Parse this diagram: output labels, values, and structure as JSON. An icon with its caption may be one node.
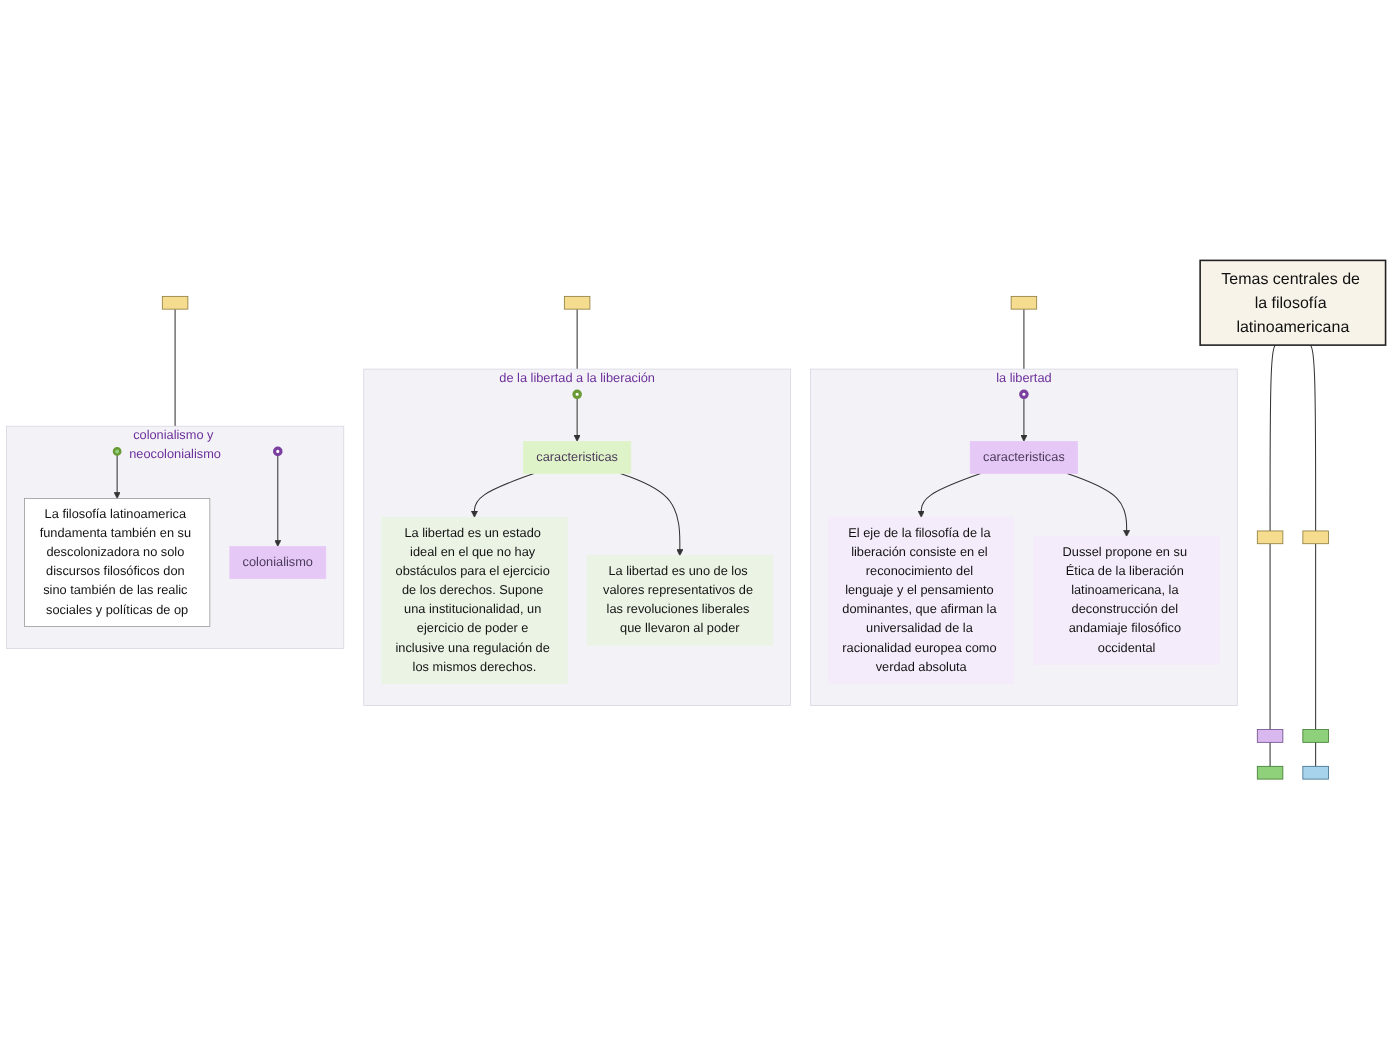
{
  "diagram": {
    "nodes": [
      {
        "text": [
          "Temas centrales de la filosofía latinoamericana"
        ]
      },
      {
        "text": [],
        "shape": "box"
      },
      {
        "text": [],
        "shape": "box"
      },
      {
        "text": [],
        "shape": "box"
      },
      {
        "text": [],
        "shape": "box"
      },
      {
        "text": [],
        "shape": "box"
      },
      {
        "text": [],
        "shape": "box"
      },
      {
        "text": [],
        "shape": "box"
      },
      {
        "text": [],
        "shape": "box"
      },
      {
        "text": [],
        "shape": "box"
      },
      {
        "text": [
          "la libertad"
        ]
      },
      {
        "text": [],
        "shape": "circle",
        "in": 10
      },
      {
        "text": [
          "caracteristicas"
        ],
        "in": 10
      },
      {
        "text": [
          "El eje de la filosofía de la liberación consiste en el reconocimiento del lenguaje y el pensamiento dominantes, que afirman la universalidad de la racionalidad europea como verdad absoluta"
        ],
        "in": 10
      },
      {
        "text": [
          "Dussel propone en su Ética de la liberación latinoamericana, la deconstrucción del andamiaje filosófico occidental"
        ],
        "in": 10
      },
      {
        "text": [
          "de la libertad a la liberación"
        ]
      },
      {
        "text": [],
        "shape": "circle",
        "in": 15
      },
      {
        "text": [
          "caracteristicas"
        ],
        "in": 15
      },
      {
        "text": [
          "La libertad es un estado ideal en el que no hay obstáculos para el ejercicio de los derechos. Supone una institucionalidad, un ejercicio de poder e inclusive una regulación de los mismos derechos."
        ],
        "in": 15
      },
      {
        "text": [
          "La libertad es uno de los valores representativos de las revoluciones liberales que llevaron al poder"
        ],
        "in": 15
      },
      {
        "text": [
          "colonialismo y neocolonialismo"
        ]
      },
      {
        "text": [],
        "shape": "circle",
        "in": 20
      },
      {
        "text": [
          "La filosofía latinoamerica fundamenta también en su descolonizadora no solo discursos filosóficos don sino también de las realic sociales y políticas de op"
        ],
        "in": 20
      },
      {
        "text": [],
        "shape": "circle",
        "in": 20
      },
      {
        "text": [
          "colonialismo"
        ],
        "in": 20
      }
    ],
    "edges": [
      {
        "from": 0,
        "to": 1,
        "arrow": "none"
      },
      {
        "from": 1,
        "to": 2,
        "arrow": "none"
      },
      {
        "from": 2,
        "to": 3,
        "arrow": "none"
      },
      {
        "from": 0,
        "to": 4,
        "arrow": "none"
      },
      {
        "from": 4,
        "to": 5,
        "arrow": "none"
      },
      {
        "from": 5,
        "to": 6,
        "arrow": "none"
      },
      {
        "from": 7,
        "to": 10,
        "arrow": "none"
      },
      {
        "from": 8,
        "to": 15,
        "arrow": "none"
      },
      {
        "from": 9,
        "to": 20,
        "arrow": "none"
      },
      {
        "from": 11,
        "to": 12,
        "arrow": "to"
      },
      {
        "from": 12,
        "to": 13,
        "arrow": "to"
      },
      {
        "from": 12,
        "to": 14,
        "arrow": "to"
      },
      {
        "from": 16,
        "to": 17,
        "arrow": "to"
      },
      {
        "from": 17,
        "to": 18,
        "arrow": "to"
      },
      {
        "from": 17,
        "to": 19,
        "arrow": "to"
      },
      {
        "from": 21,
        "to": 22,
        "arrow": "to"
      },
      {
        "from": 23,
        "to": 24,
        "arrow": "to"
      }
    ]
  }
}
